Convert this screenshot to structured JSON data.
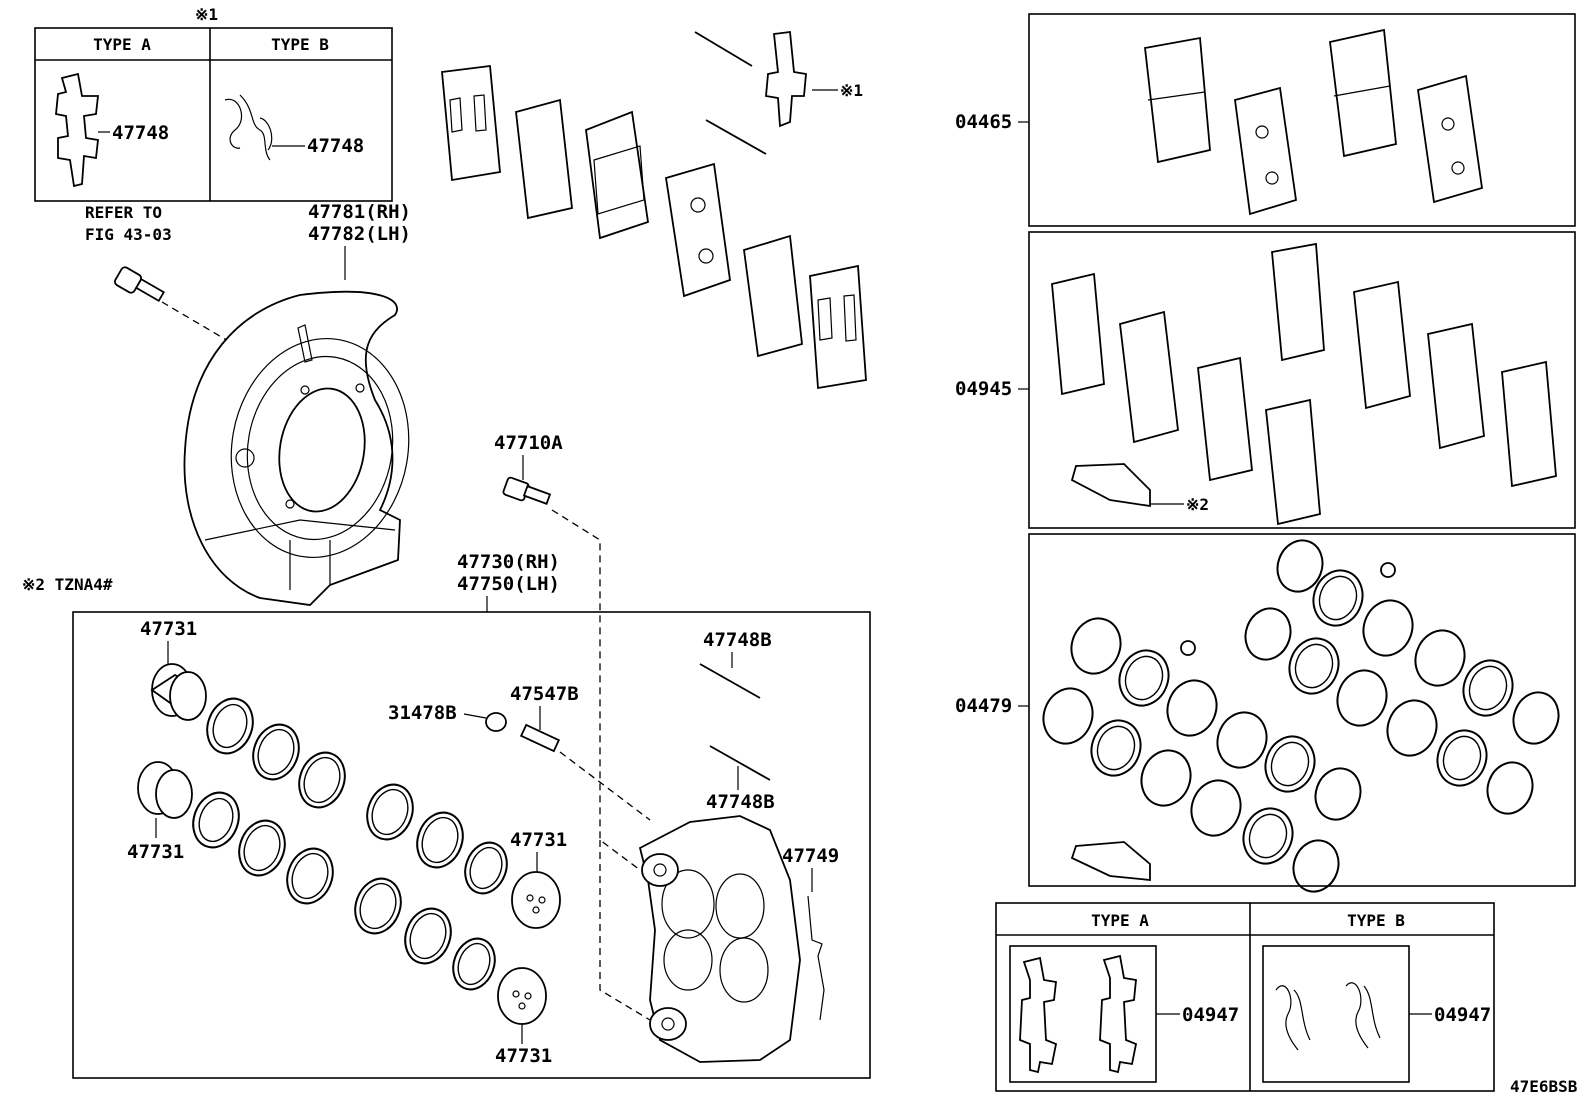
{
  "diagram_id": "47E6BSB",
  "notes": {
    "mark1": "※1",
    "mark2": "※2",
    "tzna4": "※2 TZNA4#"
  },
  "clip_table": {
    "type_a": "TYPE A",
    "type_b": "TYPE B",
    "part_a": "47748",
    "part_b": "47748"
  },
  "refer": {
    "line1": "REFER TO",
    "line2": "FIG 43-03"
  },
  "dust_cover": {
    "rh": "47781(RH)",
    "lh": "47782(LH)"
  },
  "bleeder_bolt": "47710A",
  "caliper": {
    "rh": "47730(RH)",
    "lh": "47750(LH)"
  },
  "parts": {
    "piston_tl": "47731",
    "piston_ml": "47731",
    "piston_mr": "47731",
    "piston_br": "47731",
    "pin_upper": "47748B",
    "pin_lower": "47748B",
    "plug": "31478B",
    "bleeder": "47547B",
    "spring": "47749"
  },
  "kits": {
    "pad_kit": "04465",
    "shim_kit": "04945",
    "seal_kit": "04479",
    "fitting_kit_a": "04947",
    "fitting_kit_b": "04947"
  },
  "fitting_table": {
    "type_a": "TYPE A",
    "type_b": "TYPE B"
  }
}
